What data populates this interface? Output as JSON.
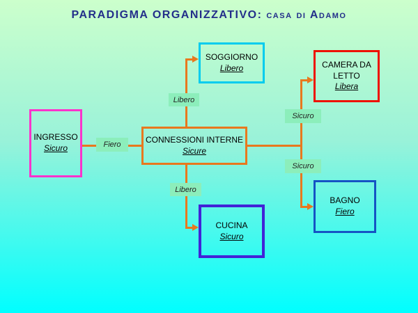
{
  "title": {
    "main": "PARADIGMA ORGANIZZATIVO:",
    "sub": "casa di Adamo"
  },
  "colors": {
    "bg_top": "#ccffcc",
    "bg_mid": "#99f2d9",
    "bg_bottom": "#00ffff",
    "title_navy": "#232e8a",
    "connector": "#e8781e",
    "label_mint": "#8ceebb",
    "text": "#000000"
  },
  "diagram": {
    "nodes": [
      {
        "id": "ingresso",
        "name": "INGRESSO",
        "status": "Sicuro",
        "border_color": "#ff33cc"
      },
      {
        "id": "connessioni-interne",
        "name": "CONNESSIONI INTERNE",
        "status": "Sicure",
        "border_color": "#e8781e"
      },
      {
        "id": "soggiorno",
        "name": "SOGGIORNO",
        "status": "Libero",
        "border_color": "#00ccee"
      },
      {
        "id": "camera-da-letto",
        "name": "CAMERA DA LETTO",
        "status": "Libera",
        "border_color": "#ee1100"
      },
      {
        "id": "bagno",
        "name": "BAGNO",
        "status": "Fiero",
        "border_color": "#1553c4"
      },
      {
        "id": "cucina",
        "name": "CUCINA",
        "status": "Sicuro",
        "border_color": "#4123d7"
      }
    ],
    "edges": [
      {
        "label": "Libero",
        "from": "CONNESSIONI INTERNE",
        "to": "SOGGIORNO"
      },
      {
        "label": "Fiero",
        "from": "INGRESSO",
        "to": "CONNESSIONI INTERNE"
      },
      {
        "label": "Sicuro",
        "from": "CONNESSIONI INTERNE",
        "to": "CAMERA DA LETTO"
      },
      {
        "label": "Sicuro",
        "from": "CONNESSIONI INTERNE",
        "to": "BAGNO"
      },
      {
        "label": "Libero",
        "from": "CONNESSIONI INTERNE",
        "to": "CUCINA"
      }
    ]
  }
}
